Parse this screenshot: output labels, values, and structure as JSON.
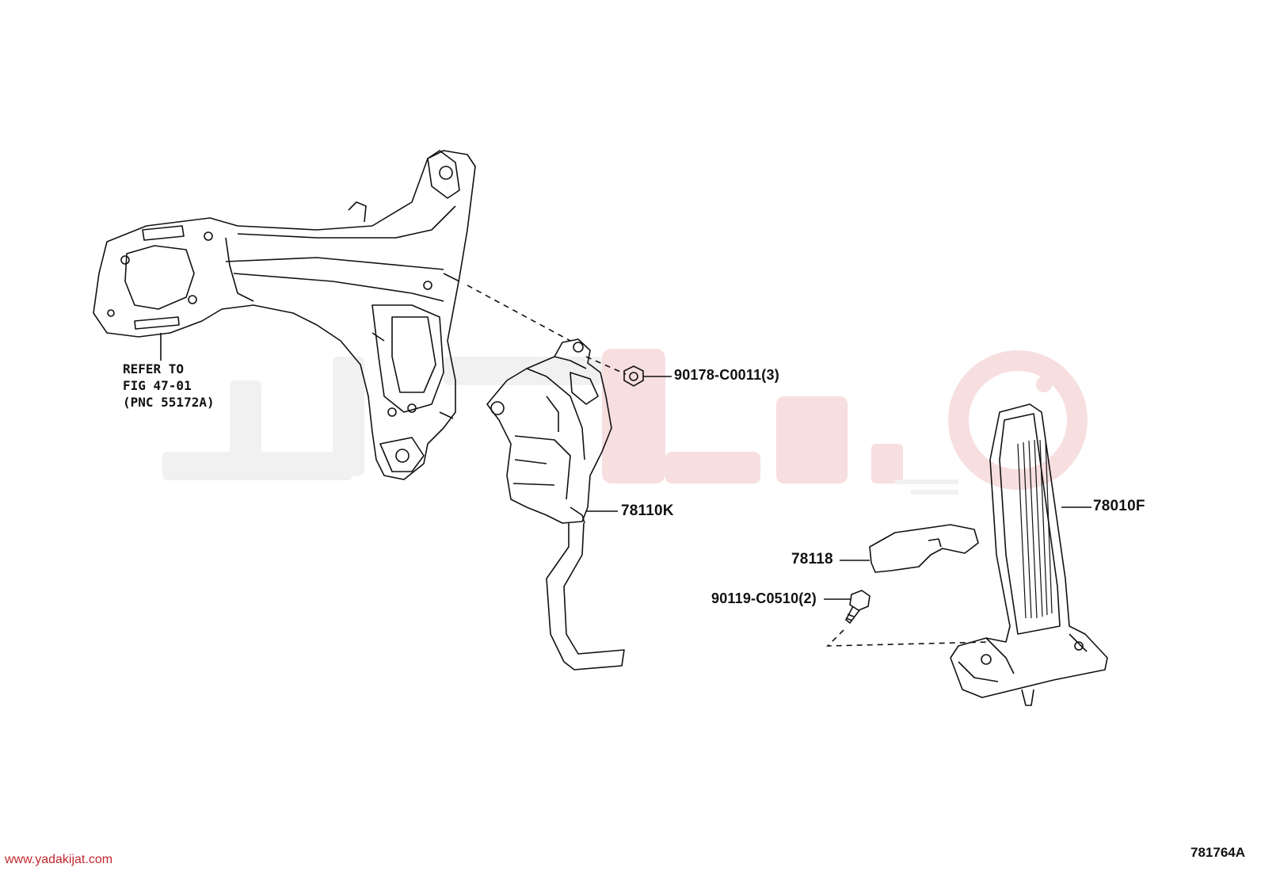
{
  "refer_note": {
    "line1": "REFER TO",
    "line2": "FIG 47-01",
    "line3": "(PNC 55172A)"
  },
  "parts": {
    "nut": "90178-C0011(3)",
    "pedal_sensor": "78110K",
    "pedal_pad": "78010F",
    "bracket": "78118",
    "bolt": "90119-C0510(2)"
  },
  "figure_number": "781764A",
  "watermark": {
    "site": "www.yadakijat.com",
    "color": "#c0272d"
  }
}
